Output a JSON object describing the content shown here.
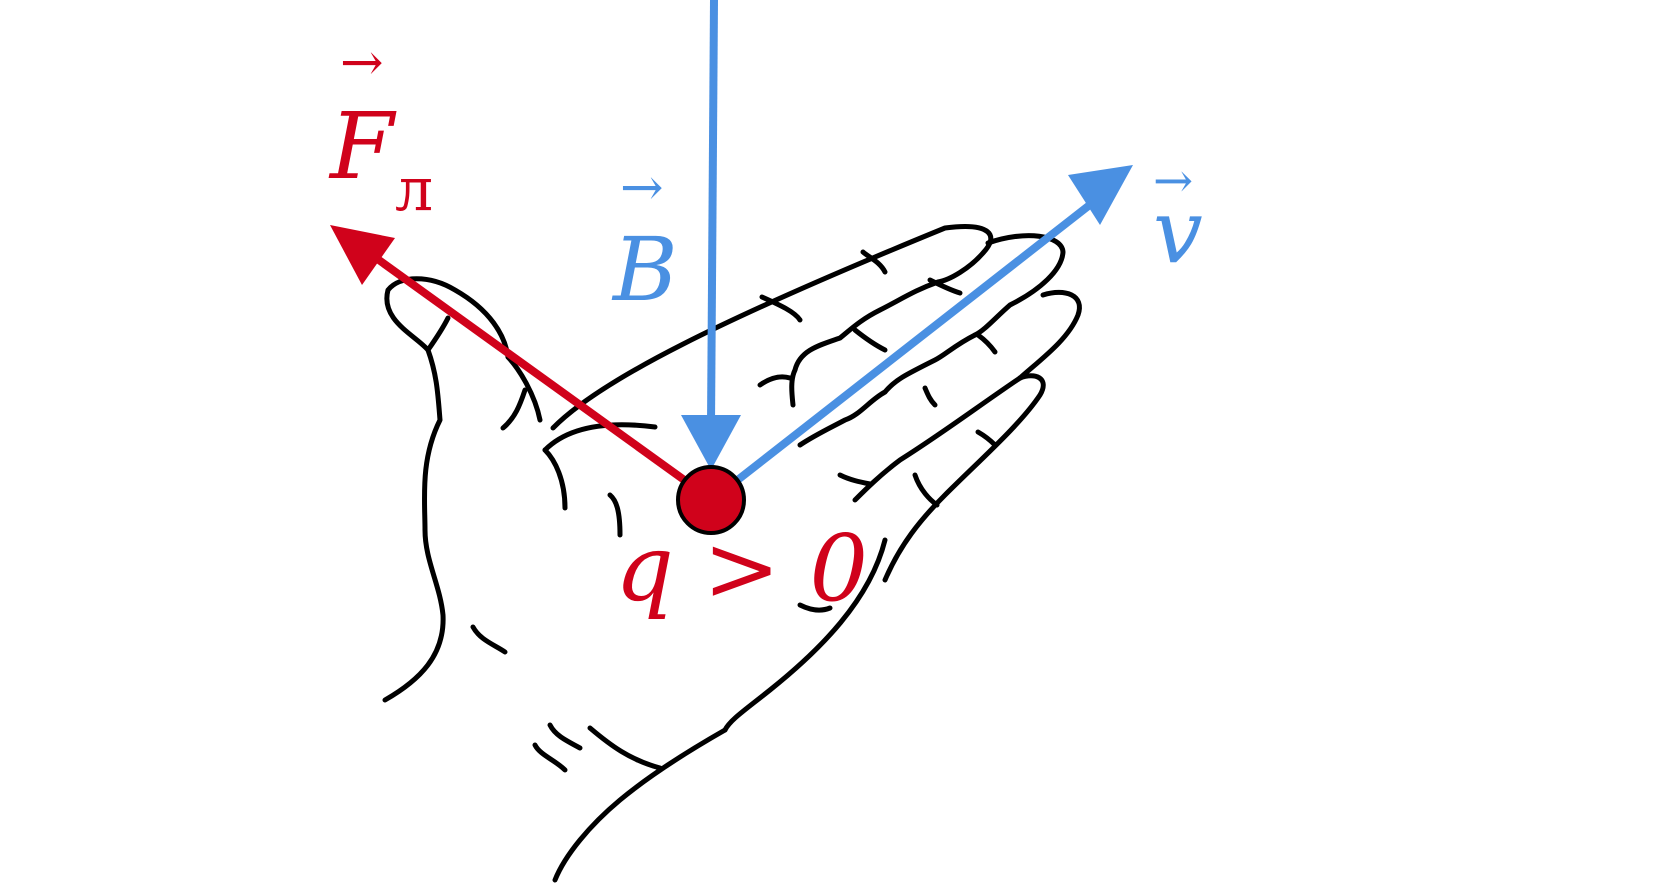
{
  "colors": {
    "magnetic_field": "#4a90e2",
    "velocity": "#4a90e2",
    "force": "#d0021b",
    "charge": "#d0021b",
    "hand_outline": "#000000"
  },
  "labels": {
    "force_symbol": "F",
    "force_subscript": "л",
    "field_symbol": "B",
    "velocity_symbol": "v",
    "charge_condition": "q > 0",
    "vector_arrow": "→"
  },
  "icons": {
    "hand": "left-hand-palm-illustration",
    "charge": "charged-particle-dot"
  }
}
